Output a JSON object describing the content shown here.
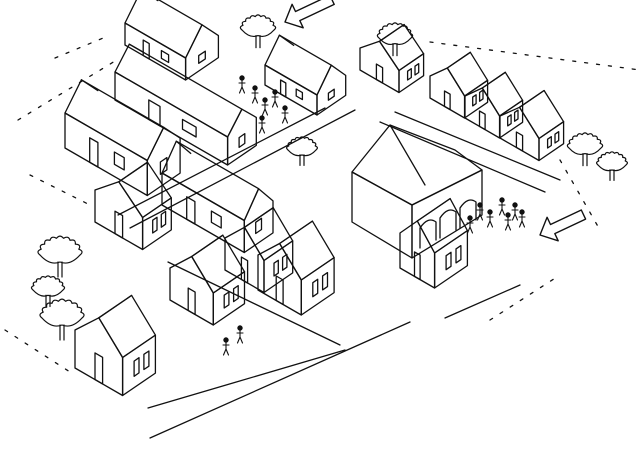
{
  "image": {
    "kind": "pen sketch",
    "ink_color": "#111111",
    "paper_color": "#ffffff"
  },
  "scene": {
    "houses": [
      {
        "name": "house-back-left-top",
        "icon": "gable-house"
      },
      {
        "name": "house-back-center",
        "icon": "gable-house"
      },
      {
        "name": "house-back-right-top",
        "icon": "gable-house"
      },
      {
        "name": "house-right-row-1",
        "icon": "gable-house"
      },
      {
        "name": "house-right-row-2",
        "icon": "gable-house"
      },
      {
        "name": "house-right-row-3",
        "icon": "gable-house"
      },
      {
        "name": "long-house-upper-left",
        "icon": "long-house"
      },
      {
        "name": "house-left-upper",
        "icon": "gable-house"
      },
      {
        "name": "house-center-pair",
        "icon": "gable-house"
      },
      {
        "name": "house-left-mid",
        "icon": "gable-house"
      },
      {
        "name": "house-center-front-1",
        "icon": "gable-house"
      },
      {
        "name": "house-center-front-2",
        "icon": "gable-house"
      },
      {
        "name": "house-front-center",
        "icon": "gable-house"
      },
      {
        "name": "house-front-left",
        "icon": "gable-house"
      },
      {
        "name": "arcade-hall",
        "icon": "arched-hall"
      },
      {
        "name": "house-right-front",
        "icon": "gable-house"
      }
    ],
    "trees": [
      {
        "name": "tree-top",
        "icon": "tree"
      },
      {
        "name": "tree-top-right",
        "icon": "tree"
      },
      {
        "name": "tree-right-1",
        "icon": "tree"
      },
      {
        "name": "tree-right-2",
        "icon": "tree"
      },
      {
        "name": "tree-left-1",
        "icon": "tree"
      },
      {
        "name": "tree-left-2",
        "icon": "tree"
      },
      {
        "name": "tree-left-3",
        "icon": "tree"
      },
      {
        "name": "tree-center",
        "icon": "tree"
      }
    ],
    "arrows": [
      {
        "name": "entry-arrow-top",
        "icon": "hollow-arrow"
      },
      {
        "name": "entry-arrow-right",
        "icon": "hollow-arrow"
      }
    ],
    "people_groups": [
      {
        "name": "people-group-plaza",
        "icon": "stick-figures"
      },
      {
        "name": "people-group-courtyard",
        "icon": "stick-figures"
      },
      {
        "name": "people-group-front",
        "icon": "stick-figures"
      }
    ]
  }
}
